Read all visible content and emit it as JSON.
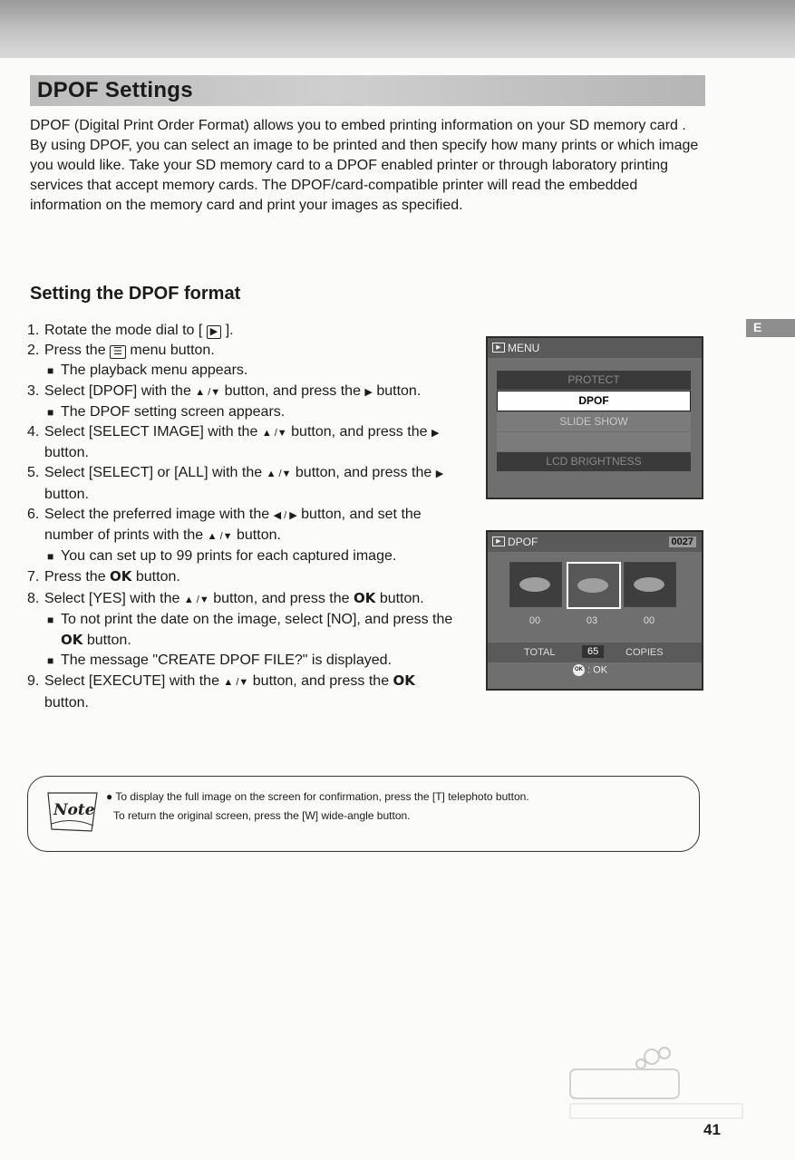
{
  "page": {
    "title": "DPOF Settings",
    "page_number": "41",
    "language_tab": "E"
  },
  "intro": {
    "p1": "DPOF (Digital Print Order Format) allows you to embed printing information on your SD memory card .",
    "p2": "By using DPOF, you can select an image to be printed and then specify how many prints or which image you would like. Take your SD memory card to a DPOF enabled printer or through laboratory printing services that accept memory cards. The DPOF/card-compatible printer will read the embedded information on the memory card and print your images as specified."
  },
  "section": {
    "title": "Setting the DPOF format",
    "steps": {
      "s1": {
        "num": "1.",
        "a": "Rotate the mode dial to [",
        "b": "]."
      },
      "s2": {
        "num": "2.",
        "a": "Press the",
        "b": "menu button.",
        "sub": "The playback menu appears."
      },
      "s3": {
        "num": "3.",
        "a": "Select [DPOF] with the",
        "b": "button, and press the",
        "c": "button.",
        "sub": "The DPOF setting screen appears."
      },
      "s4": {
        "num": "4.",
        "a": "Select [SELECT IMAGE] with the",
        "b": "button, and press the",
        "c": "button."
      },
      "s5": {
        "num": "5.",
        "a": "Select [SELECT] or [ALL] with the",
        "b": "button, and press the",
        "c": "button."
      },
      "s6": {
        "num": "6.",
        "a": "Select the preferred image with the",
        "b": "button, and set the number of prints with the",
        "c": "button.",
        "sub": "You can set up to 99 prints for each captured image."
      },
      "s7": {
        "num": "7.",
        "a": "Press the",
        "ok": "OK",
        "b": "button."
      },
      "s8": {
        "num": "8.",
        "a": "Select [YES] with the",
        "b": "button, and press the",
        "ok": "OK",
        "c": "button.",
        "sub1a": "To not print the date on the image, select [NO], and press the",
        "sub1b": "button.",
        "sub2": "The message \"CREATE DPOF FILE?\" is displayed."
      },
      "s9": {
        "num": "9.",
        "a": "Select [EXECUTE] with the",
        "b": "button, and press the",
        "ok": "OK",
        "c": "button."
      }
    }
  },
  "menu_screen": {
    "header": "MENU",
    "items": [
      "PROTECT",
      "DPOF",
      "SLIDE SHOW",
      "LCD BRIGHTNESS"
    ],
    "selected": "DPOF"
  },
  "dpof_screen": {
    "header": "DPOF",
    "counter": "0027",
    "counts": [
      "00",
      "03",
      "00"
    ],
    "total_label": "TOTAL",
    "total_value": "65",
    "copies_label": "COPIES",
    "ok_label": ": OK"
  },
  "note": {
    "badge": "Note",
    "line1": "To display the full image on the screen for confirmation, press the [T] telephoto button.",
    "line2": "To return the original screen, press the [W] wide-angle button."
  },
  "icons": {
    "up_down": "▲ /▼",
    "right": "▶",
    "left_right": "◀ / ▶"
  }
}
